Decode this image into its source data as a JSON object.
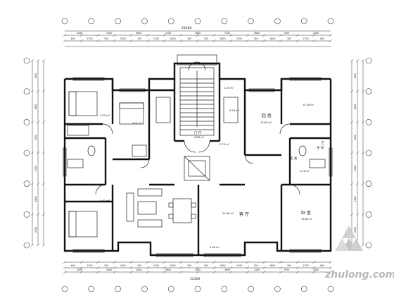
{
  "dimensions": {
    "top_overall": "25480",
    "bottom_overall": "32400",
    "top_row1": [
      "2280",
      "1400",
      "3600",
      "2100",
      "1800",
      "2100",
      "3600",
      "1400",
      "2280"
    ],
    "top_row2": [
      "600",
      "2700",
      "300",
      "1800",
      "300",
      "2100",
      "1800",
      "300",
      "300",
      "1800",
      "2100",
      "300",
      "1800",
      "300",
      "2700",
      "600"
    ],
    "bottom_row1": [
      "600",
      "2700",
      "300",
      "1800",
      "300",
      "2100",
      "1800",
      "300",
      "300",
      "1800",
      "2100",
      "300",
      "1800",
      "300",
      "2700",
      "600"
    ],
    "bottom_row2": [
      "2400",
      "3300",
      "2400",
      "3600",
      "2400",
      "3600",
      "2400",
      "3300",
      "2400"
    ],
    "left_side": [
      "1500",
      "3600",
      "1500",
      "1500",
      "3600",
      "4500"
    ],
    "right_side": [
      "1500",
      "3600",
      "1500",
      "1500",
      "3600",
      "4500"
    ]
  },
  "areas": {
    "left_bedroom_1": "7.82 m²",
    "left_bedroom_2": "9.01 m²",
    "left_bedroom_3": "9.01 m²",
    "hall_left": "6.88 m²",
    "stair_landing": "3.24 m²",
    "kitchen_right": "6.28 m²",
    "right_living": "13.65 m²",
    "right_big": "15.18 m²",
    "right_bath": "4.28 m²",
    "right_bedroom_low": "13.86 m²",
    "living_main": "29.06 m²",
    "balcony_bottom": "3.08 m²",
    "corridor": "2.78 m²"
  },
  "room_labels": {
    "right_living": "起 居",
    "right_bedroom_low": "卧 室",
    "right_bath_a": "卫",
    "right_bath_b": "生 间",
    "living_main": "客 厅",
    "hall_left": "门 厅",
    "entrance": "玄 关"
  },
  "watermark": "zhulong.com"
}
